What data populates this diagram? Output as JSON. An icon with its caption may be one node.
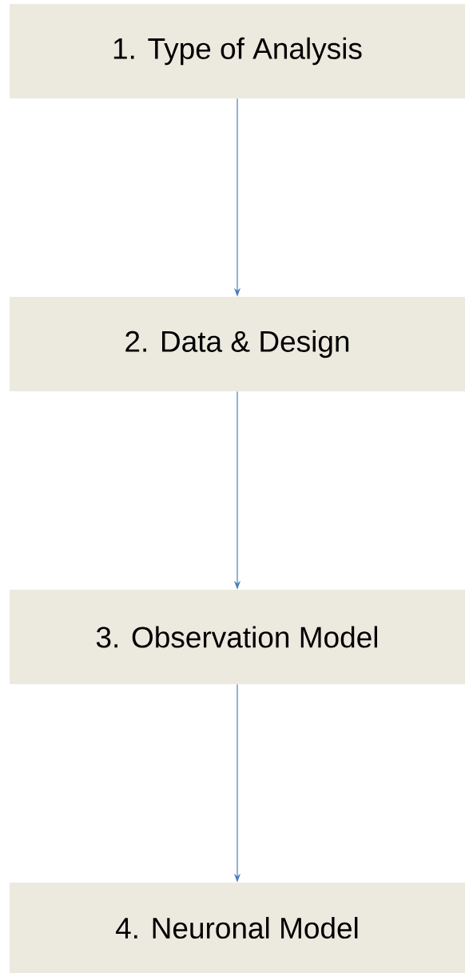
{
  "diagram": {
    "nodes": [
      {
        "text": [
          "1. Type of Analysis"
        ]
      },
      {
        "text": [
          "2. Data & Design"
        ]
      },
      {
        "text": [
          "3. Observation Model"
        ]
      },
      {
        "text": [
          "4. Neuronal Model"
        ]
      }
    ],
    "edges": [
      {
        "from": 0,
        "to": 1,
        "arrow": "to"
      },
      {
        "from": 1,
        "to": 2,
        "arrow": "to"
      },
      {
        "from": 2,
        "to": 3,
        "arrow": "to"
      }
    ]
  }
}
